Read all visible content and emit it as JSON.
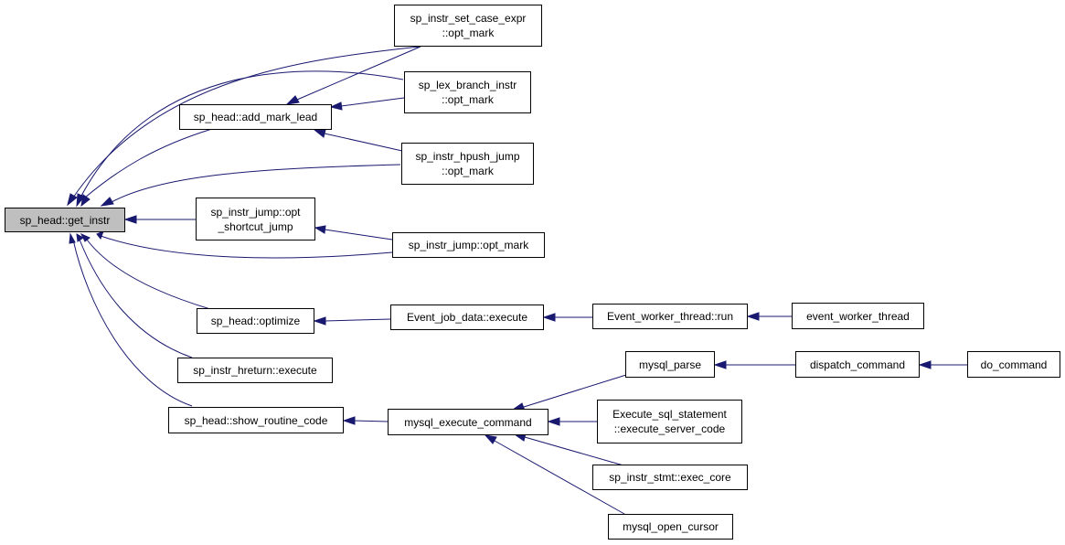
{
  "colors": {
    "edge": "#191970",
    "root_fill": "#bfbfbf",
    "node_fill": "#ffffff",
    "border": "#000000"
  },
  "nodes": {
    "get_instr": {
      "lines": [
        "sp_head::get_instr"
      ]
    },
    "set_case_expr": {
      "lines": [
        "sp_instr_set_case_expr",
        "::opt_mark"
      ]
    },
    "lex_branch": {
      "lines": [
        "sp_lex_branch_instr",
        "::opt_mark"
      ]
    },
    "add_mark_lead": {
      "lines": [
        "sp_head::add_mark_lead"
      ]
    },
    "hpush_jump": {
      "lines": [
        "sp_instr_hpush_jump",
        "::opt_mark"
      ]
    },
    "opt_shortcut": {
      "lines": [
        "sp_instr_jump::opt",
        "_shortcut_jump"
      ]
    },
    "jump_opt_mark": {
      "lines": [
        "sp_instr_jump::opt_mark"
      ]
    },
    "optimize": {
      "lines": [
        "sp_head::optimize"
      ]
    },
    "job_execute": {
      "lines": [
        "Event_job_data::execute"
      ]
    },
    "worker_run": {
      "lines": [
        "Event_worker_thread::run"
      ]
    },
    "worker_thread": {
      "lines": [
        "event_worker_thread"
      ]
    },
    "hreturn": {
      "lines": [
        "sp_instr_hreturn::execute"
      ]
    },
    "mysql_parse": {
      "lines": [
        "mysql_parse"
      ]
    },
    "dispatch": {
      "lines": [
        "dispatch_command"
      ]
    },
    "do_command": {
      "lines": [
        "do_command"
      ]
    },
    "show_routine": {
      "lines": [
        "sp_head::show_routine_code"
      ]
    },
    "exec_command": {
      "lines": [
        "mysql_execute_command"
      ]
    },
    "exec_server": {
      "lines": [
        "Execute_sql_statement",
        "::execute_server_code"
      ]
    },
    "stmt_exec_core": {
      "lines": [
        "sp_instr_stmt::exec_core"
      ]
    },
    "open_cursor": {
      "lines": [
        "mysql_open_cursor"
      ]
    }
  }
}
